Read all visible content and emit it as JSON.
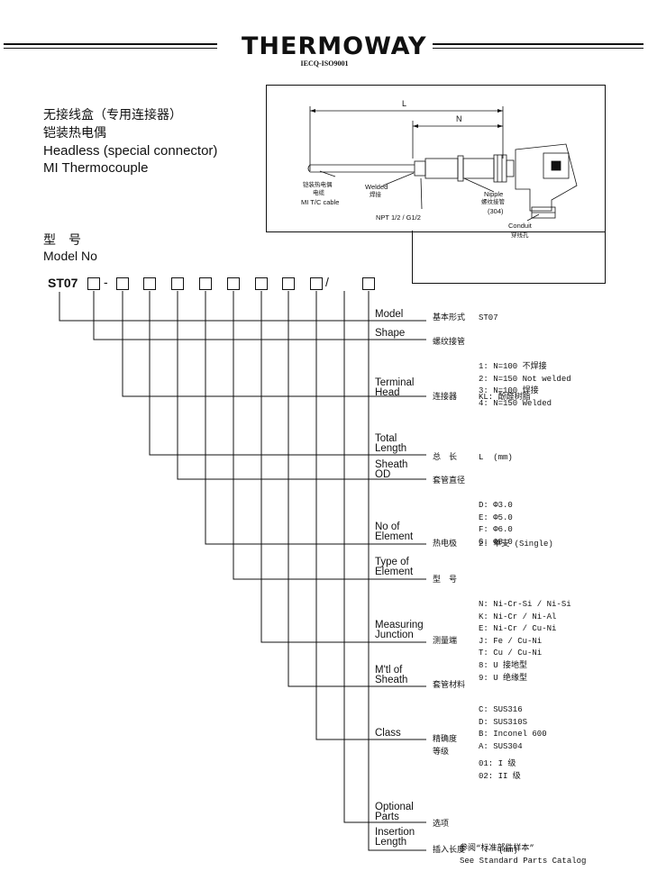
{
  "header": {
    "brand": "THERMOWAY",
    "certification": "IECQ-ISO9001"
  },
  "title": {
    "zh_line1": "无接线盒（专用连接器）",
    "zh_line2": "铠装热电偶",
    "en_line1": "Headless (special connector)",
    "en_line2": "MI Thermocouple"
  },
  "model_no": {
    "label_zh": "型　号",
    "label_en": "Model No",
    "code": "ST07",
    "dash": "-",
    "slash": "/"
  },
  "diagram": {
    "dim_L": "L",
    "dim_N": "N",
    "cable_zh1": "铠装热电偶",
    "cable_zh2": "电缆",
    "cable_en": "MI T/C cable",
    "welded_en": "Welded",
    "welded_zh": "焊接",
    "nipple_en": "Nipple",
    "nipple_zh": "螺纹接管",
    "nipple_num": "(304)",
    "npt": "NPT 1/2 / G1/2",
    "conduit_en": "Conduit",
    "conduit_zh": "穿线孔"
  },
  "fields": [
    {
      "en": [
        "Model"
      ],
      "zh": [
        "基本形式"
      ],
      "values": [
        "ST07"
      ]
    },
    {
      "en": [
        "Shape"
      ],
      "zh": [
        "螺纹接管"
      ],
      "values": [
        "1: N=100 不焊接",
        "2: N=150 Not welded",
        "3: N=100 焊接",
        "4: N=150 Welded"
      ]
    },
    {
      "en": [
        "Terminal",
        "Head"
      ],
      "zh": [
        "连接器"
      ],
      "values": [
        "KL: 酚醛树脂"
      ]
    },
    {
      "en": [
        "Total",
        "Length"
      ],
      "zh": [
        "总　长"
      ],
      "values": [
        "L  (mm)"
      ]
    },
    {
      "en": [
        "Sheath",
        "OD"
      ],
      "zh": [
        "套管直径"
      ],
      "values": [
        "D: Φ3.0",
        "E: Φ5.0",
        "F: Φ6.0",
        "G: Φ8.0"
      ]
    },
    {
      "en": [
        "No of",
        "Element"
      ],
      "zh": [
        "热电极"
      ],
      "values": [
        "2: 单支 (Single)"
      ]
    },
    {
      "en": [
        "Type of",
        "Element"
      ],
      "zh": [
        "型　号"
      ],
      "values": [
        "N: Ni-Cr-Si / Ni-Si",
        "K: Ni-Cr / Ni-Al",
        "E: Ni-Cr / Cu-Ni",
        "J: Fe / Cu-Ni",
        "T: Cu / Cu-Ni"
      ]
    },
    {
      "en": [
        "Measuring",
        "Junction"
      ],
      "zh": [
        "测量端"
      ],
      "values": [
        "8: U 接地型",
        "9: U 绝缘型"
      ]
    },
    {
      "en": [
        "M'tl of",
        "Sheath"
      ],
      "zh": [
        "套管材料"
      ],
      "values": [
        "C: SUS316",
        "D: SUS310S",
        "B: Inconel 600",
        "A: SUS304"
      ]
    },
    {
      "en": [
        "Class"
      ],
      "zh": [
        "精确度",
        "等级"
      ],
      "values": [
        "01: I 级",
        "02: II 级"
      ]
    },
    {
      "en": [
        "Optional",
        "Parts"
      ],
      "zh": [
        "选项"
      ],
      "values": [
        "参阅“标准部件样本”",
        "See Standard Parts Catalog"
      ]
    },
    {
      "en": [
        "Insertion",
        "Length"
      ],
      "zh": [
        "插入长度"
      ],
      "values": [
        "ℓ  (mm)"
      ]
    }
  ]
}
